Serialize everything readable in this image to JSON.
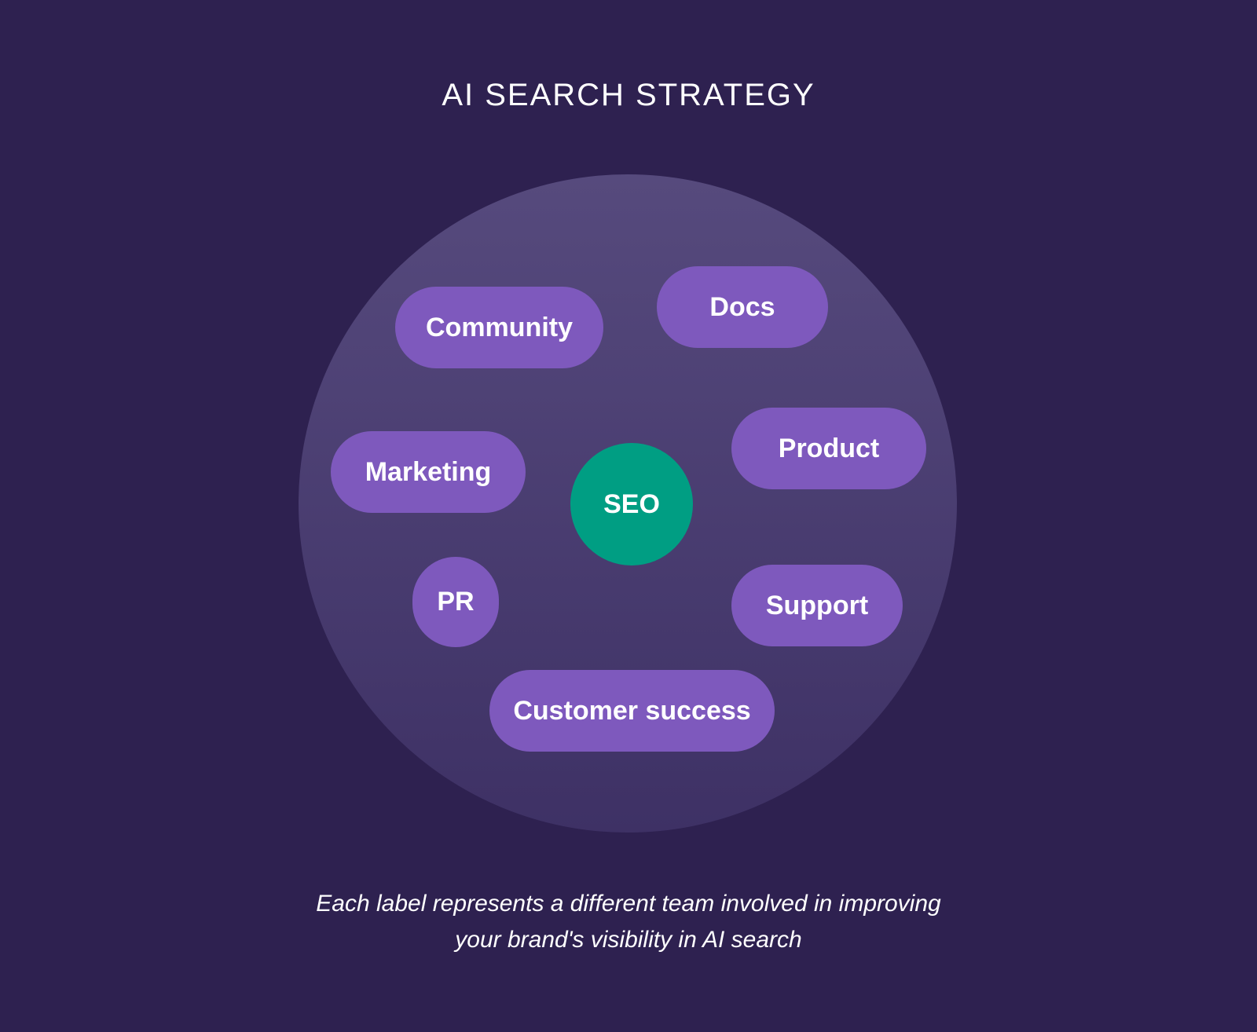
{
  "title": "AI SEARCH STRATEGY",
  "center": {
    "label": "SEO",
    "color": "#009e83"
  },
  "teams": [
    {
      "label": "Community"
    },
    {
      "label": "Docs"
    },
    {
      "label": "Marketing"
    },
    {
      "label": "Product"
    },
    {
      "label": "PR"
    },
    {
      "label": "Support"
    },
    {
      "label": "Customer success"
    }
  ],
  "caption": {
    "line1": "Each label represents a different team involved in improving",
    "line2": "your brand's visibility in AI search"
  },
  "colors": {
    "background": "#2e2150",
    "circle": "#4e4275",
    "pill": "#7e59bd",
    "text": "#ffffff"
  }
}
